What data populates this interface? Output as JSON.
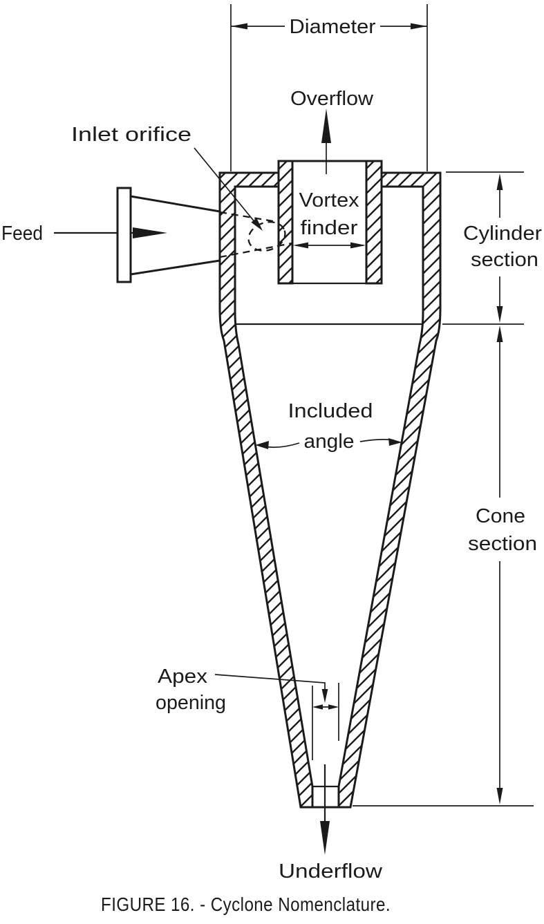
{
  "figure": {
    "caption": "FIGURE 16. - Cyclone Nomenclature."
  },
  "colors": {
    "ink": "#1b1b1b",
    "background": "#ffffff"
  },
  "labels": {
    "diameter": "Diameter",
    "overflow": "Overflow",
    "inlet_orifice": "Inlet orifice",
    "feed": "Feed",
    "vortex_finder": {
      "line1": "Vortex",
      "line2": "finder"
    },
    "cylinder_section": {
      "line1": "Cylinder",
      "line2": "section"
    },
    "included_angle": {
      "line1": "Included",
      "line2": "angle"
    },
    "cone_section": {
      "line1": "Cone",
      "line2": "section"
    },
    "apex_opening": {
      "line1": "Apex",
      "line2": "opening"
    },
    "underflow": "Underflow"
  }
}
